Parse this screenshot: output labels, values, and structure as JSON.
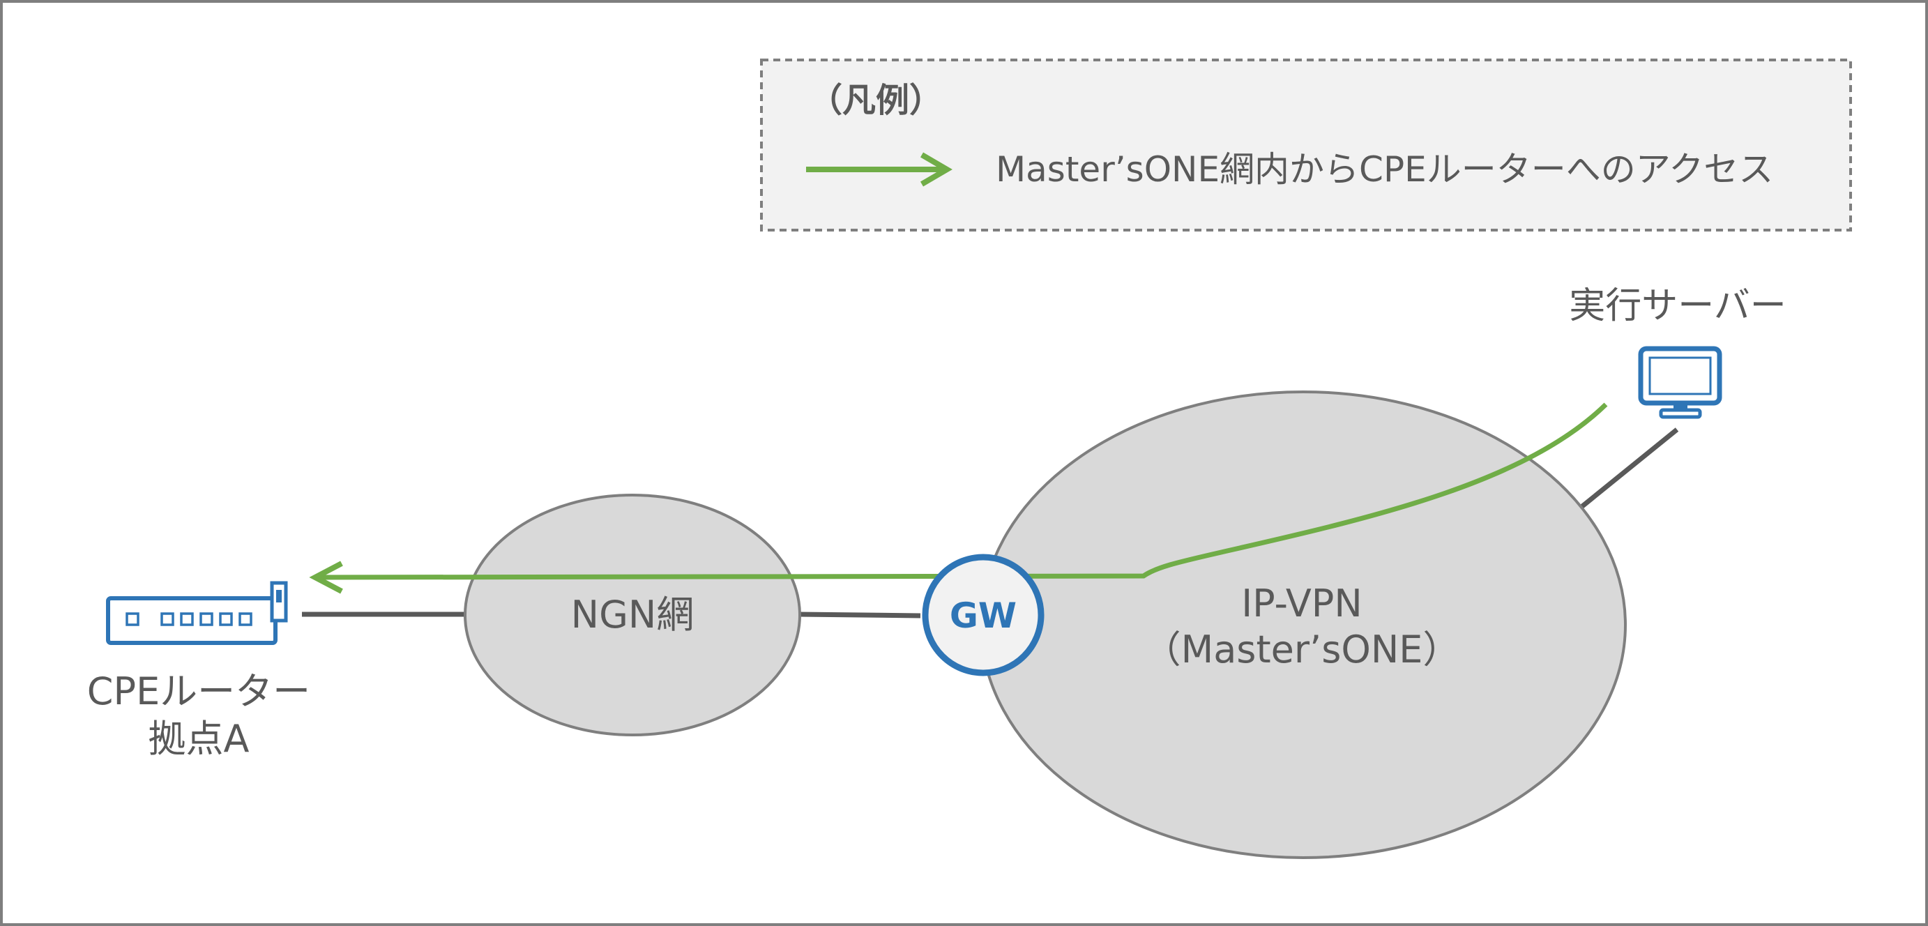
{
  "legend": {
    "title": "（凡例）",
    "entry_label": "Master’sONE網内からCPEルーターへのアクセス"
  },
  "nodes": {
    "server_label": "実行サーバー",
    "ngn_label": "NGN網",
    "gw_label": "GW",
    "ipvpn_line1": "IP-VPN",
    "ipvpn_line2": "（Master’sONE）",
    "cpe_line1": "CPEルーター",
    "cpe_line2": "拠点A"
  },
  "colors": {
    "access_path": "#70ad47",
    "device_blue": "#2e75b6",
    "network_fill": "#d9d9d9",
    "network_stroke": "#7f7f7f",
    "link": "#595959"
  }
}
